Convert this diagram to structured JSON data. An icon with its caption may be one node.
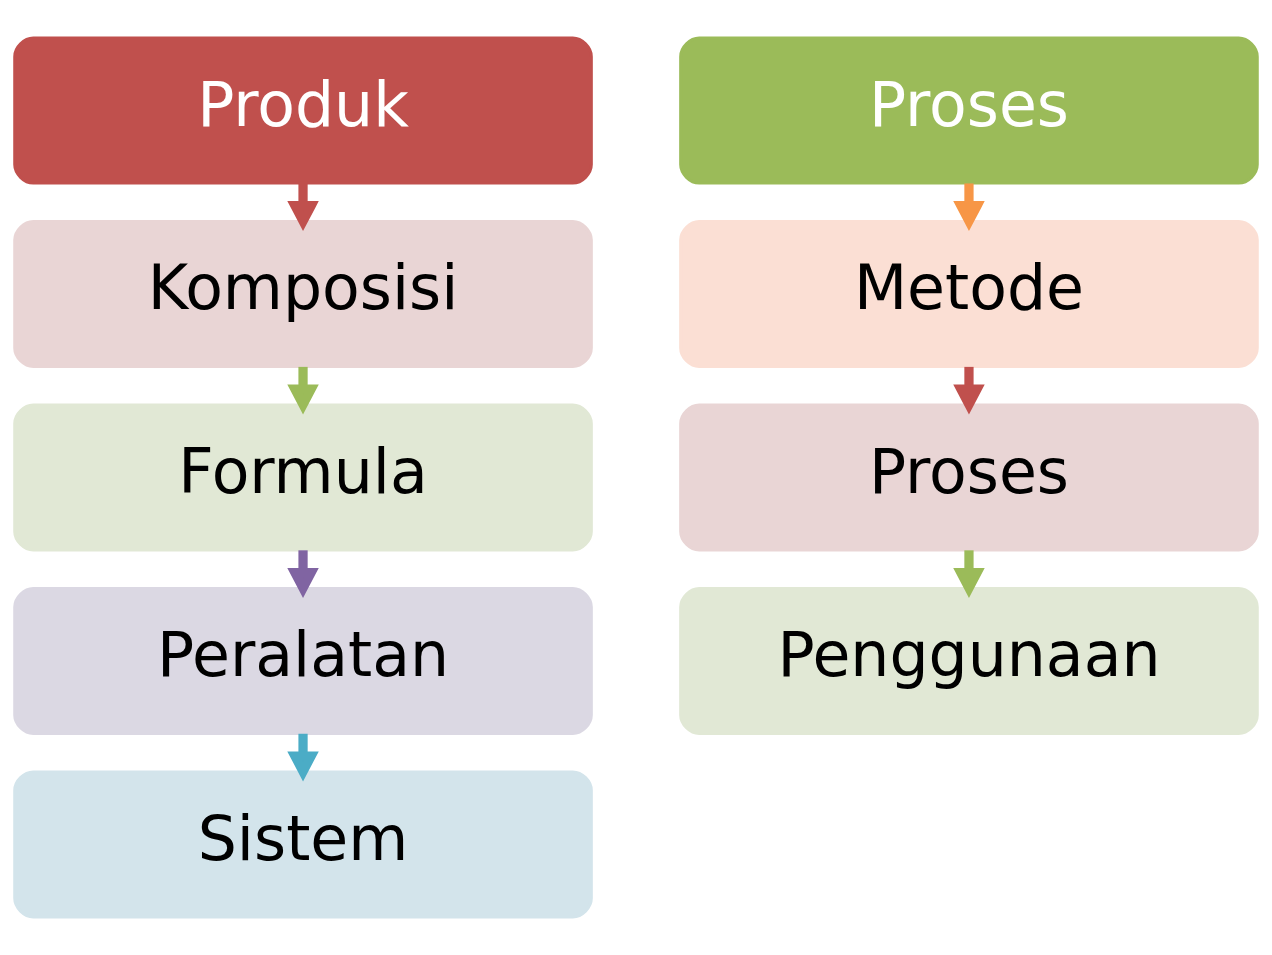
{
  "diagram": {
    "nodes": [
      {
        "text": [
          "Produk"
        ]
      },
      {
        "text": [
          "Komposisi"
        ]
      },
      {
        "text": [
          "Formula"
        ]
      },
      {
        "text": [
          "Peralatan"
        ]
      },
      {
        "text": [
          "Sistem"
        ]
      },
      {
        "text": [
          "Proses"
        ]
      },
      {
        "text": [
          "Metode"
        ]
      },
      {
        "text": [
          "Proses"
        ]
      },
      {
        "text": [
          "Penggunaan"
        ]
      }
    ],
    "edges": [
      {
        "from": 0,
        "to": 1,
        "arrow": "to",
        "color": "#c0504d"
      },
      {
        "from": 1,
        "to": 2,
        "arrow": "to",
        "color": "#9bbb59"
      },
      {
        "from": 2,
        "to": 3,
        "arrow": "to",
        "color": "#8064a2"
      },
      {
        "from": 3,
        "to": 4,
        "arrow": "to",
        "color": "#4bacc6"
      },
      {
        "from": 5,
        "to": 6,
        "arrow": "to",
        "color": "#f79646"
      },
      {
        "from": 6,
        "to": 7,
        "arrow": "to",
        "color": "#c0504d"
      },
      {
        "from": 7,
        "to": 8,
        "arrow": "to",
        "color": "#9bbb59"
      }
    ]
  }
}
